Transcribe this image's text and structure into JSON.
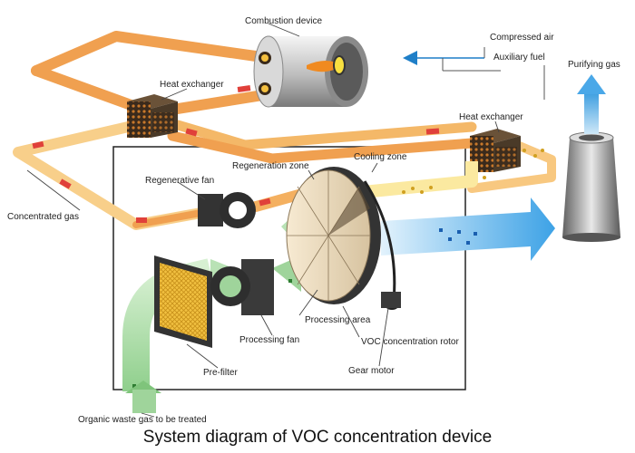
{
  "caption": "System diagram of VOC concentration device",
  "labels": {
    "combustion_device": "Combustion device",
    "heat_exchanger_left": "Heat exchanger",
    "heat_exchanger_right": "Heat exchanger",
    "compressed_air": "Compressed air",
    "auxiliary_fuel": "Auxiliary fuel",
    "purifying_gas": "Purifying gas",
    "regeneration_zone": "Regeneration zone",
    "cooling_zone": "Cooling zone",
    "regenerative_fan": "Regenerative fan",
    "concentrated_gas": "Concentrated gas",
    "processing_area": "Processing area",
    "processing_fan": "Processing fan",
    "voc_concentration_rotor": "VOC concentration rotor",
    "pre_filter": "Pre-filter",
    "gear_motor": "Gear motor",
    "organic_waste_gas": "Organic waste gas to be treated"
  },
  "colors": {
    "hot_duct": "#f0a050",
    "warm_duct": "#f8c880",
    "cool_duct": "#fbe9a0",
    "green_gas": "#9fd49b",
    "blue_gas": "#4aa8e8",
    "frame": "#222222"
  }
}
